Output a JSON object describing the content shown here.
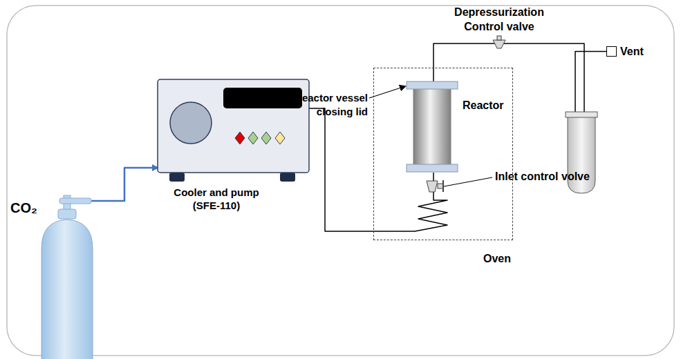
{
  "diagram": {
    "nodes": [
      {
        "text": [
          "CO₂"
        ]
      },
      {
        "text": [
          "Cooler and pump (SFE-110)"
        ]
      },
      {
        "text": [
          "Oven"
        ]
      },
      {
        "text": [
          "Reactor"
        ],
        "in": 2
      },
      {
        "text": [
          "Vent"
        ]
      }
    ],
    "edges": [
      {
        "from": 0,
        "to": 1,
        "arrow": "to"
      },
      {
        "from": 1,
        "to": 3,
        "arrow": "none"
      },
      {
        "from": 3,
        "to": 4,
        "arrow": "none"
      }
    ],
    "labels": [
      "SF reactor vessel closing lid",
      "Depressurization Control valve",
      "Inlet control volve"
    ]
  }
}
